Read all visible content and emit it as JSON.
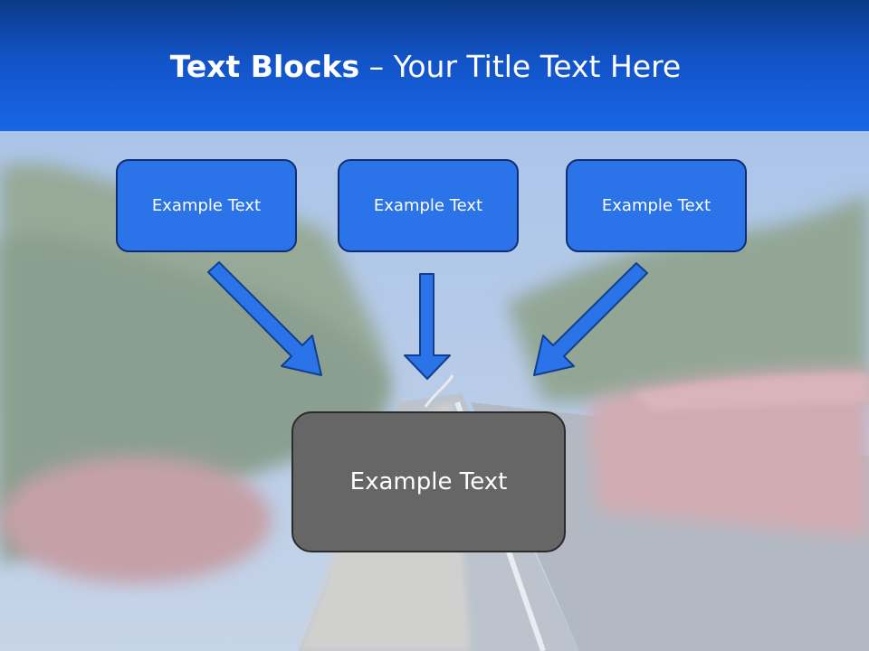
{
  "title": {
    "bold_part": "Text Blocks",
    "separator": " – ",
    "regular_part": "Your Title Text Here"
  },
  "boxes": [
    {
      "label": "Example Text"
    },
    {
      "label": "Example Text"
    },
    {
      "label": "Example Text"
    }
  ],
  "bottom_box": {
    "label": "Example Text"
  },
  "colors": {
    "header_top": "#0a3a86",
    "header_bottom": "#1866e6",
    "box_fill": "#2a73e8",
    "box_border": "#0f2f73",
    "bottom_box_fill": "#666666",
    "arrow_fill": "#2a73e8"
  },
  "icons": [
    "arrow-down-right-icon",
    "arrow-down-icon",
    "arrow-down-left-icon"
  ]
}
